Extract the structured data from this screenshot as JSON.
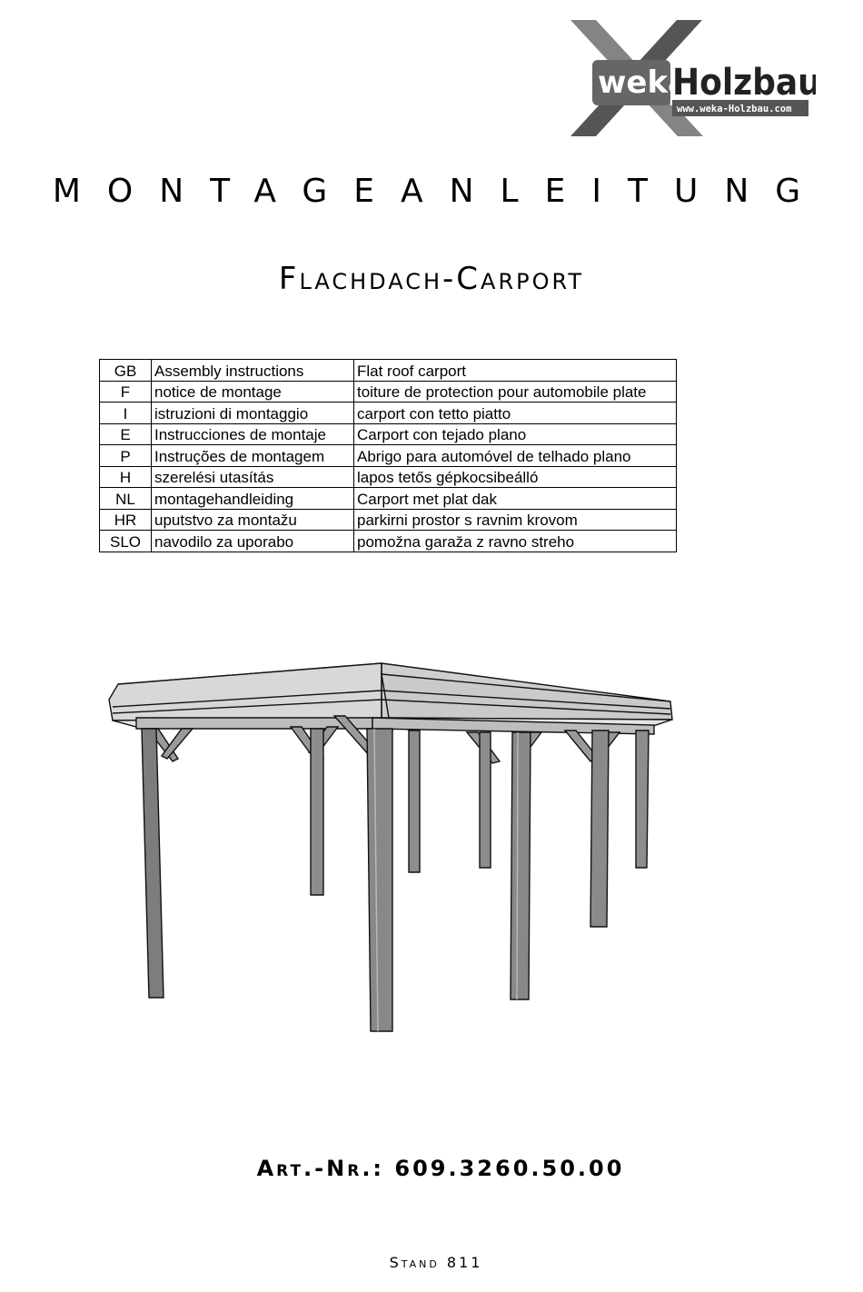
{
  "logo": {
    "brand_left": "weka",
    "brand_right": "Holzbau",
    "url": "www.weka-Holzbau.com"
  },
  "title": "Montageanleitung",
  "subtitle": "Flachdach-Carport",
  "translations": [
    {
      "code": "GB",
      "label": "Assembly instructions",
      "product": "Flat roof carport"
    },
    {
      "code": "F",
      "label": "notice de montage",
      "product": "toiture de protection pour automobile plate"
    },
    {
      "code": "I",
      "label": "istruzioni di montaggio",
      "product": "carport con tetto piatto"
    },
    {
      "code": "E",
      "label": "Instrucciones de montaje",
      "product": "Carport con tejado plano"
    },
    {
      "code": "P",
      "label": "Instruções de montagem",
      "product": "Abrigo para automóvel de telhado plano"
    },
    {
      "code": "H",
      "label": "szerelési utasítás",
      "product": "lapos tetős gépkocsibeálló"
    },
    {
      "code": "NL",
      "label": "montagehandleiding",
      "product": "Carport met plat dak"
    },
    {
      "code": "HR",
      "label": "uputstvo za montažu",
      "product": "parkirni prostor s ravnim krovom"
    },
    {
      "code": "SLO",
      "label": "navodilo za uporabo",
      "product": "pomožna garaža z ravno streho"
    }
  ],
  "article_number": "Art.-Nr.: 609.3260.50.00",
  "stand": "Stand 811"
}
